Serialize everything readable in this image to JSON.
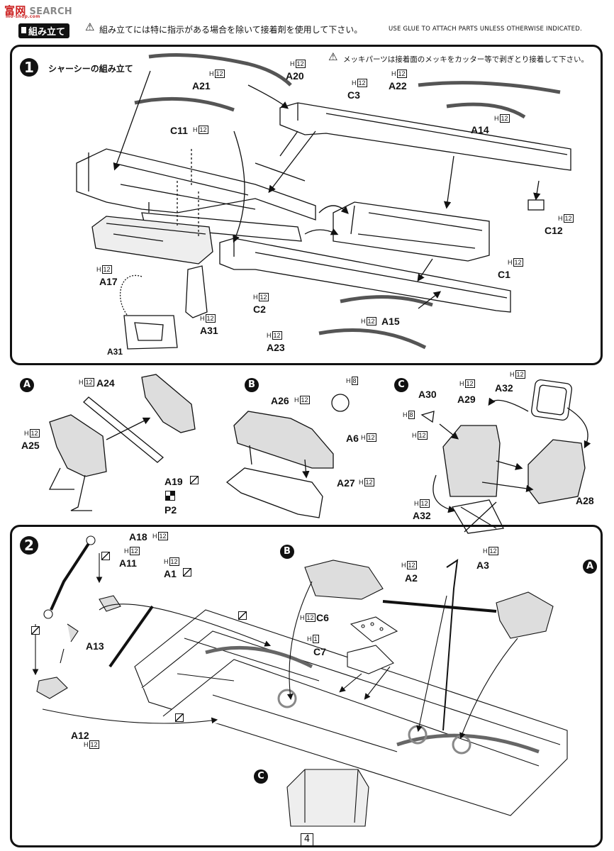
{
  "watermark": {
    "brand": "SEARCH",
    "site": "mo-shop.com"
  },
  "header": {
    "tab": "組み立て",
    "note_jp": "組み立てには特に指示がある場合を除いて接着剤を使用して下さい。",
    "note_en": "USE GLUE TO ATTACH PARTS UNLESS OTHERWISE INDICATED."
  },
  "step1": {
    "number": "1",
    "title": "シャーシーの組み立て",
    "warning": "メッキパーツは接着面のメッキをカッター等で剥ぎとり接着して下さい。",
    "parts": [
      {
        "id": "a20",
        "part": "A20",
        "h": "H",
        "n": "12"
      },
      {
        "id": "a21",
        "part": "A21",
        "h": "H",
        "n": "12"
      },
      {
        "id": "c3",
        "part": "C3",
        "h": "H",
        "n": "12"
      },
      {
        "id": "a22",
        "part": "A22",
        "h": "H",
        "n": "12"
      },
      {
        "id": "c11",
        "part": "C11",
        "h": "H",
        "n": "12"
      },
      {
        "id": "a14",
        "part": "A14",
        "h": "H",
        "n": "12"
      },
      {
        "id": "c12",
        "part": "C12",
        "h": "H",
        "n": "12"
      },
      {
        "id": "c1",
        "part": "C1",
        "h": "H",
        "n": "12"
      },
      {
        "id": "a17",
        "part": "A17",
        "h": "H",
        "n": "12"
      },
      {
        "id": "c2",
        "part": "C2",
        "h": "H",
        "n": "12"
      },
      {
        "id": "a15",
        "part": "A15",
        "h": "H",
        "n": "12"
      },
      {
        "id": "a31",
        "part": "A31",
        "h": "H",
        "n": "12"
      },
      {
        "id": "a23",
        "part": "A23",
        "h": "H",
        "n": "12"
      }
    ],
    "a31_detail": "A31"
  },
  "subA": {
    "letter": "A",
    "parts": [
      {
        "id": "a24",
        "part": "A24",
        "h": "H",
        "n": "12"
      },
      {
        "id": "a25",
        "part": "A25",
        "h": "H",
        "n": "12"
      }
    ],
    "a19": "A19",
    "p2": "P2"
  },
  "subB": {
    "letter": "B",
    "parts": [
      {
        "id": "a26",
        "part": "A26",
        "h": "H",
        "n": "12"
      },
      {
        "id": "a6",
        "part": "A6",
        "h": "H",
        "n": "12"
      },
      {
        "id": "a27",
        "part": "A27",
        "h": "H",
        "n": "12"
      }
    ],
    "h8": {
      "h": "H",
      "n": "8"
    }
  },
  "subC": {
    "letter": "C",
    "parts": [
      {
        "id": "a30",
        "part": "A30"
      },
      {
        "id": "a29",
        "part": "A29",
        "h": "H",
        "n": "12"
      },
      {
        "id": "a32a",
        "part": "A32",
        "h": "H",
        "n": "12"
      },
      {
        "id": "a28",
        "part": "A28"
      },
      {
        "id": "a32b",
        "part": "A32",
        "h": "H",
        "n": "12"
      }
    ],
    "h8": {
      "h": "H",
      "n": "8"
    },
    "h12": {
      "h": "H",
      "n": "12"
    }
  },
  "step2": {
    "number": "2",
    "parts": [
      {
        "id": "a18",
        "part": "A18",
        "h": "H",
        "n": "12"
      },
      {
        "id": "a11",
        "part": "A11",
        "h": "H",
        "n": "12"
      },
      {
        "id": "a1",
        "part": "A1",
        "h": "H",
        "n": "12"
      },
      {
        "id": "a13",
        "part": "A13"
      },
      {
        "id": "a12",
        "part": "A12",
        "h": "H",
        "n": "12"
      },
      {
        "id": "a3",
        "part": "A3",
        "h": "H",
        "n": "12"
      },
      {
        "id": "a2",
        "part": "A2",
        "h": "H",
        "n": "12"
      },
      {
        "id": "c6",
        "part": "C6",
        "h": "H",
        "n": "12"
      },
      {
        "id": "c7",
        "part": "C7",
        "h": "H",
        "n": "1"
      }
    ],
    "callouts": [
      "B",
      "A",
      "C"
    ]
  },
  "page_number": "4"
}
